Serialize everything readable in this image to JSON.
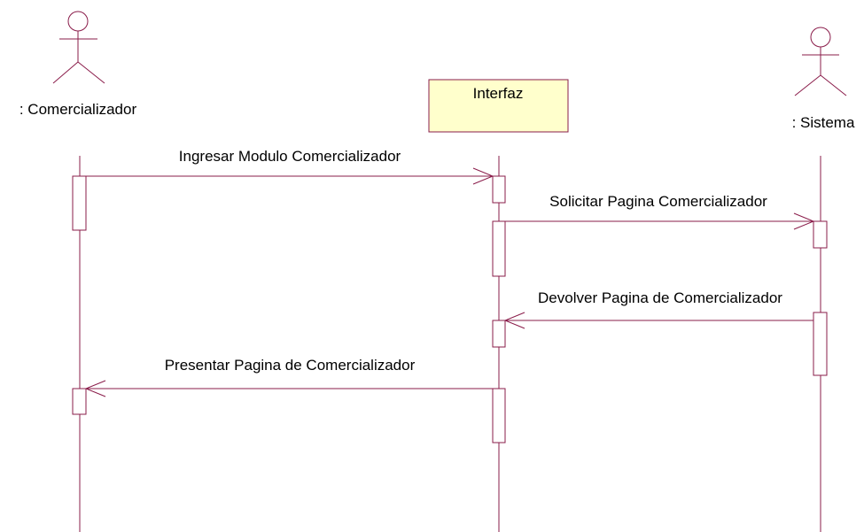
{
  "colors": {
    "line": "#8a1c4a",
    "object_fill": "#ffffcc",
    "text": "#000000"
  },
  "participants": {
    "comercializador": {
      "label": ": Comercializador",
      "kind": "actor"
    },
    "interfaz": {
      "label": "Interfaz",
      "kind": "object"
    },
    "sistema": {
      "label": ": Sistema",
      "kind": "actor"
    }
  },
  "messages": [
    {
      "label": "Ingresar Modulo Comercializador",
      "from": "comercializador",
      "to": "interfaz"
    },
    {
      "label": "Solicitar Pagina Comercializador",
      "from": "interfaz",
      "to": "sistema"
    },
    {
      "label": "Devolver Pagina de Comercializador",
      "from": "sistema",
      "to": "interfaz"
    },
    {
      "label": "Presentar Pagina de Comercializador",
      "from": "interfaz",
      "to": "comercializador"
    }
  ]
}
